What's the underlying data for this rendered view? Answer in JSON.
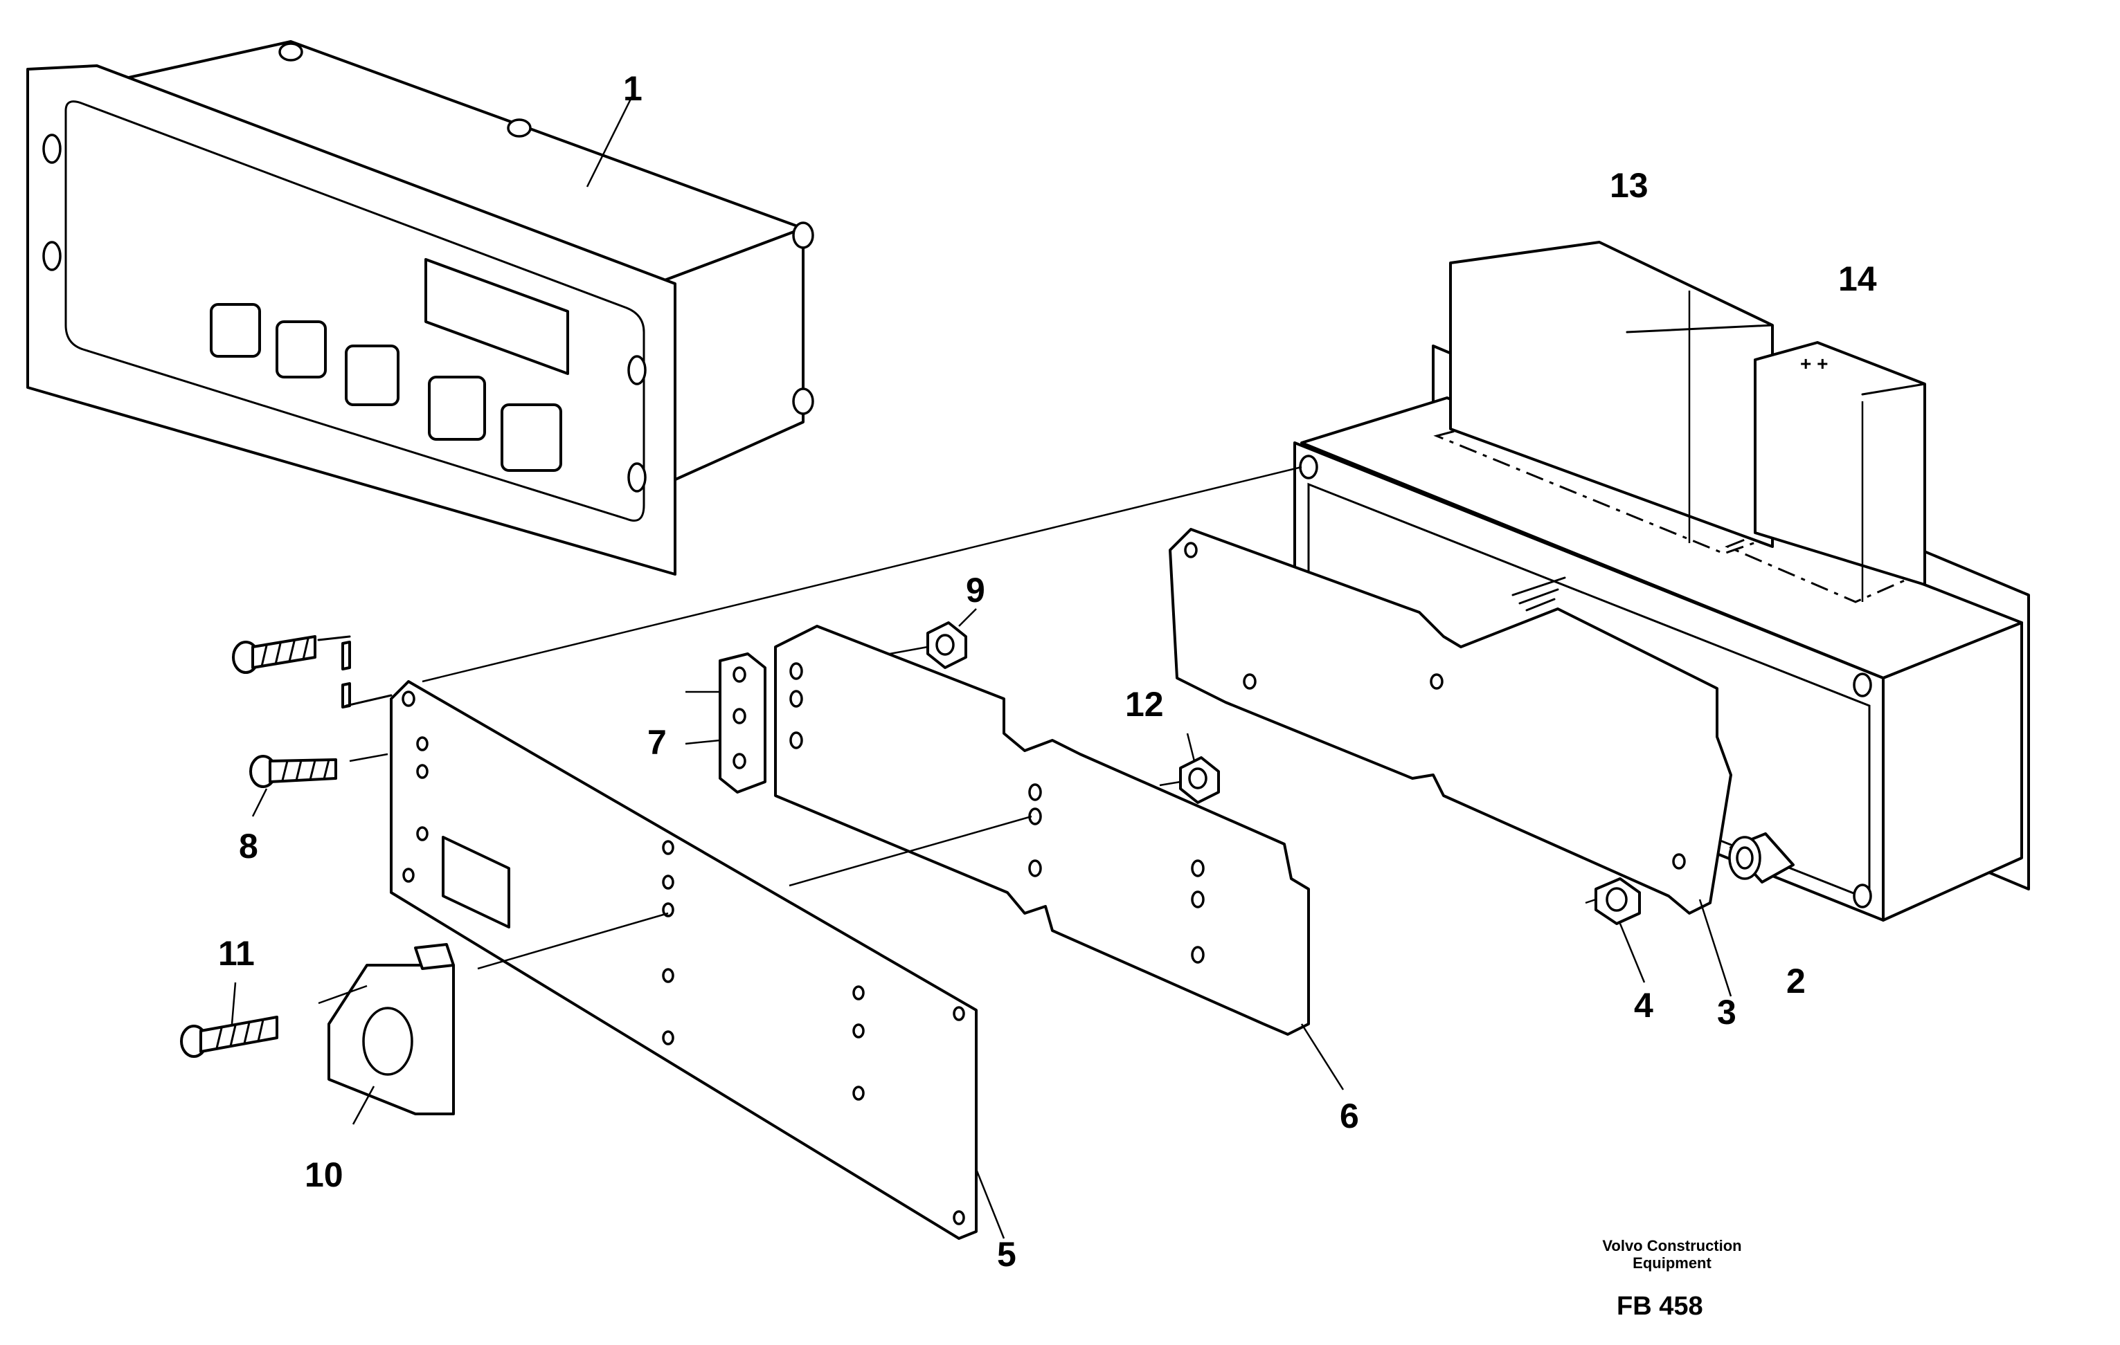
{
  "callouts": [
    {
      "id": "1",
      "label": "1"
    },
    {
      "id": "2",
      "label": "2"
    },
    {
      "id": "3",
      "label": "3"
    },
    {
      "id": "4",
      "label": "4"
    },
    {
      "id": "5",
      "label": "5"
    },
    {
      "id": "6",
      "label": "6"
    },
    {
      "id": "7",
      "label": "7"
    },
    {
      "id": "8",
      "label": "8"
    },
    {
      "id": "9",
      "label": "9"
    },
    {
      "id": "10",
      "label": "10"
    },
    {
      "id": "11",
      "label": "11"
    },
    {
      "id": "12",
      "label": "12"
    },
    {
      "id": "13",
      "label": "13"
    },
    {
      "id": "14",
      "label": "14"
    }
  ],
  "footer": {
    "company_line1": "Volvo Construction",
    "company_line2": "Equipment",
    "figure_code": "FB 458"
  }
}
